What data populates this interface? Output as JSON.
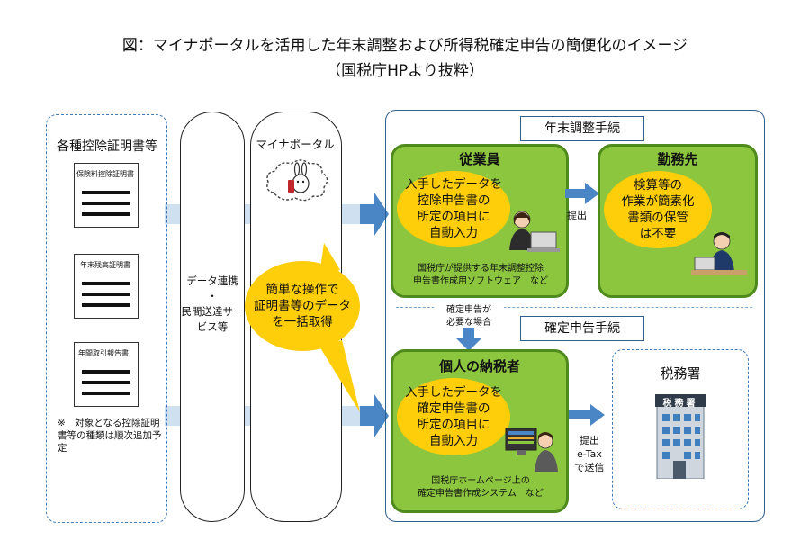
{
  "title_line1": "図：マイナポータルを活用した年末調整および所得税確定申告の簡便化のイメージ",
  "title_line2": "（国税庁HPより抜粋）",
  "left_panel": {
    "heading": "各種控除証明書等",
    "docs": [
      "保険料控除証明書",
      "年末残高証明書",
      "年間取引報告書"
    ],
    "note": "※　対象となる控除証明書等の種類は順次追加予定"
  },
  "middle_pill": {
    "line1": "データ連携",
    "line2": "・",
    "line3": "民間送達サービス等"
  },
  "myna_pill": {
    "heading": "マイナポータル"
  },
  "center_bubble": {
    "line1": "簡単な操作で",
    "line2": "証明書等のデータ",
    "line3": "を一括取得"
  },
  "year_end": {
    "section_label": "年末調整手続",
    "employee": {
      "heading": "従業員",
      "bubble": [
        "入手したデータを",
        "控除申告書の",
        "所定の項目に",
        "自動入力"
      ],
      "caption_line1": "国税庁が提供する年末調整控除",
      "caption_line2": "申告書作成用ソフトウェア　など"
    },
    "submit_label": "提出",
    "employer": {
      "heading": "勤務先",
      "bubble": [
        "検算等の",
        "作業が簡素化",
        "書類の保管",
        "は不要"
      ]
    }
  },
  "transition": {
    "line1": "確定申告が",
    "line2": "必要な場合"
  },
  "final_return": {
    "section_label": "確定申告手続",
    "taxpayer": {
      "heading": "個人の納税者",
      "bubble": [
        "入手したデータを",
        "確定申告書の",
        "所定の項目に",
        "自動入力"
      ],
      "caption_line1": "国税庁ホームページ上の",
      "caption_line2": "確定申告書作成システム　など"
    },
    "submit_line1": "提出",
    "submit_line2": "e-Tax",
    "submit_line3": "で送信",
    "tax_office": {
      "heading": "税務署",
      "sign": "税務署"
    }
  },
  "colors": {
    "green_fill": "#8cc63f",
    "green_border": "#4f8a1d",
    "bubble_yellow": "#ffce0a",
    "arrow_blue": "#4a86c5",
    "band_blue": "#cfe0f1",
    "dash_blue": "#3d78b8"
  }
}
